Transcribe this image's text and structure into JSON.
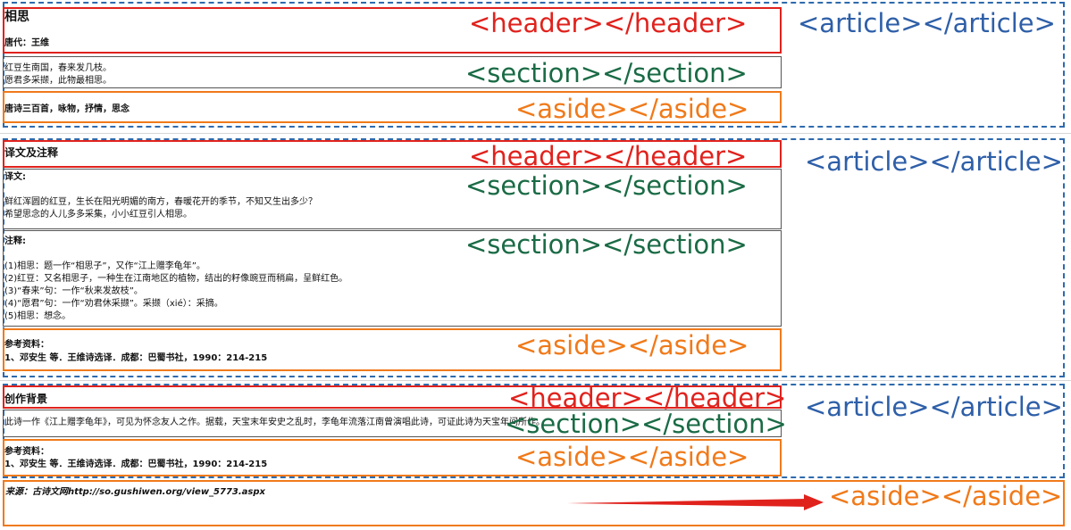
{
  "tags": {
    "article": "<article></article>",
    "header": "<header></header>",
    "section": "<section></section>",
    "aside": "<aside></aside>"
  },
  "block1": {
    "title": "相思",
    "author": "唐代：王维",
    "poem_lines": [
      "红豆生南国，春来发几枝。",
      "愿君多采撷，此物最相思。"
    ],
    "tags_line": "唐诗三百首，咏物，抒情，思念"
  },
  "block2": {
    "title": "译文及注释",
    "translation_heading": "译文:",
    "translation_lines": [
      "鲜红浑圆的红豆，生长在阳光明媚的南方，春暖花开的季节，不知又生出多少？",
      "希望思念的人儿多多采集，小小红豆引人相思。"
    ],
    "notes_heading": "注释:",
    "notes_lines": [
      "(1)相思：题一作“相思子”，又作“江上赠李龟年”。",
      "(2)红豆：又名相思子，一种生在江南地区的植物，结出的籽像豌豆而稍扁，呈鲜红色。",
      "(3)“春来”句：一作“秋来发故枝”。",
      "(4)“愿君”句：一作“劝君休采撷”。采撷（xié）：采摘。",
      "(5)相思：想念。"
    ],
    "ref_heading": "参考资料：",
    "ref_line": "1、邓安生 等．王维诗选译．成都：巴蜀书社，1990：214-215"
  },
  "block3": {
    "title": "创作背景",
    "body": "此诗一作《江上赠李龟年》，可见为怀念友人之作。据载，天宝末年安史之乱时，李龟年流落江南曾演唱此诗，可证此诗为天宝年间所作。",
    "ref_heading": "参考资料：",
    "ref_line": "1、邓安生 等．王维诗选译．成都：巴蜀书社，1990：214-215"
  },
  "footer": {
    "source": "来源：古诗文网http://so.gushiwen.org/view_5773.aspx"
  },
  "colors": {
    "article": "#2e6aad",
    "header": "#e0221d",
    "section": "#1a6b45",
    "aside": "#f07a1a",
    "arrow": "#e0221d"
  }
}
